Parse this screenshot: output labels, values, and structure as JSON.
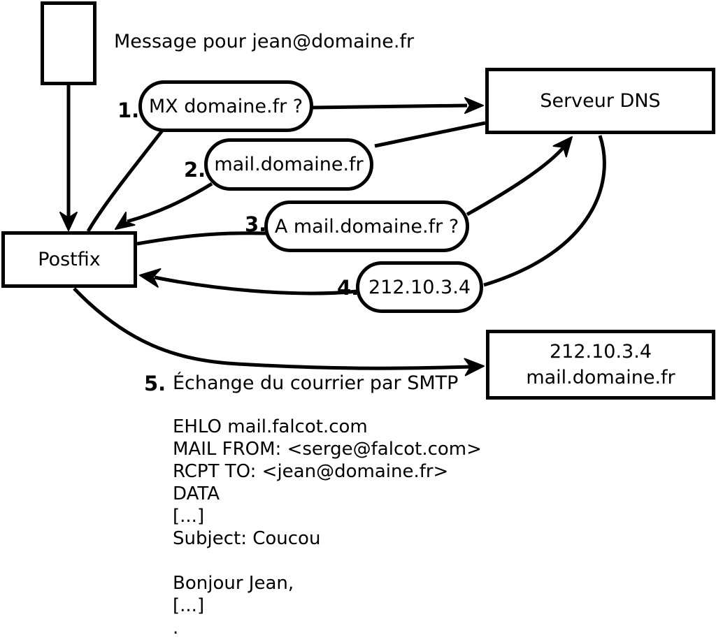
{
  "colors": {
    "stroke": "#000000",
    "background": "#ffffff",
    "text": "#000000"
  },
  "diagram": {
    "message_label": "Message pour jean@domaine.fr",
    "nodes": {
      "postfix": {
        "label": "Postfix"
      },
      "dns_server": {
        "label": "Serveur DNS"
      },
      "destination_server": {
        "line1": "212.10.3.4",
        "line2": "mail.domaine.fr"
      }
    },
    "steps": [
      {
        "num": "1.",
        "label": "MX domaine.fr ?"
      },
      {
        "num": "2.",
        "label": "mail.domaine.fr"
      },
      {
        "num": "3.",
        "label": "A mail.domaine.fr ?"
      },
      {
        "num": "4.",
        "label": "212.10.3.4"
      },
      {
        "num": "5.",
        "label": "Échange du courrier par SMTP"
      }
    ],
    "smtp_session": "EHLO mail.falcot.com\nMAIL FROM: <serge@falcot.com>\nRCPT TO: <jean@domaine.fr>\nDATA\n[...]\nSubject: Coucou\n\nBonjour Jean,\n[...]\n."
  }
}
